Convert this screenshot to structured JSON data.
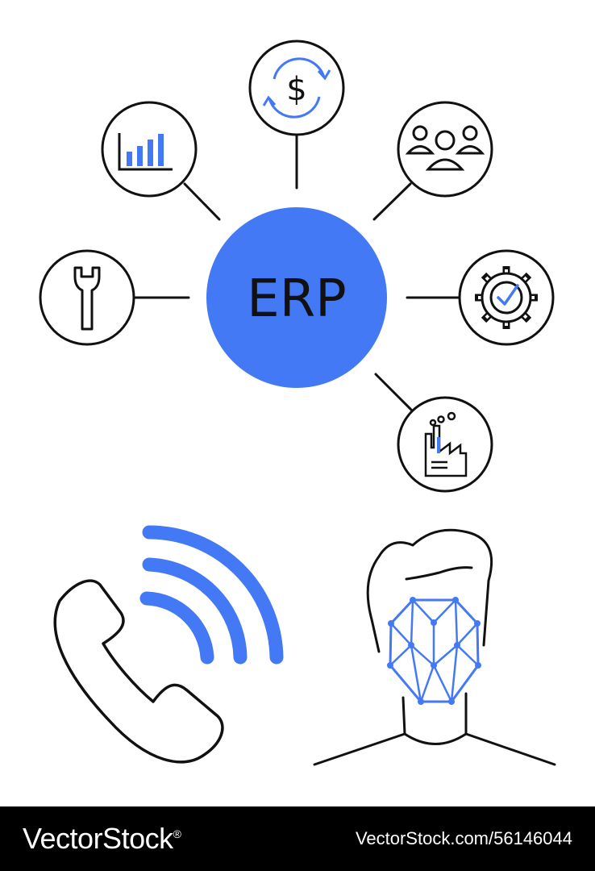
{
  "hub": {
    "label": "ERP"
  },
  "icons": {
    "dollar_glyph": "$"
  },
  "colors": {
    "accent": "#4479F5",
    "stroke": "#111111",
    "background": "#FFFFFF",
    "footer_bg": "#000000",
    "footer_text": "#FFFFFF"
  },
  "footer": {
    "brand": "VectorStock",
    "registered": "®",
    "image_id": "VectorStock.com/56146044"
  }
}
